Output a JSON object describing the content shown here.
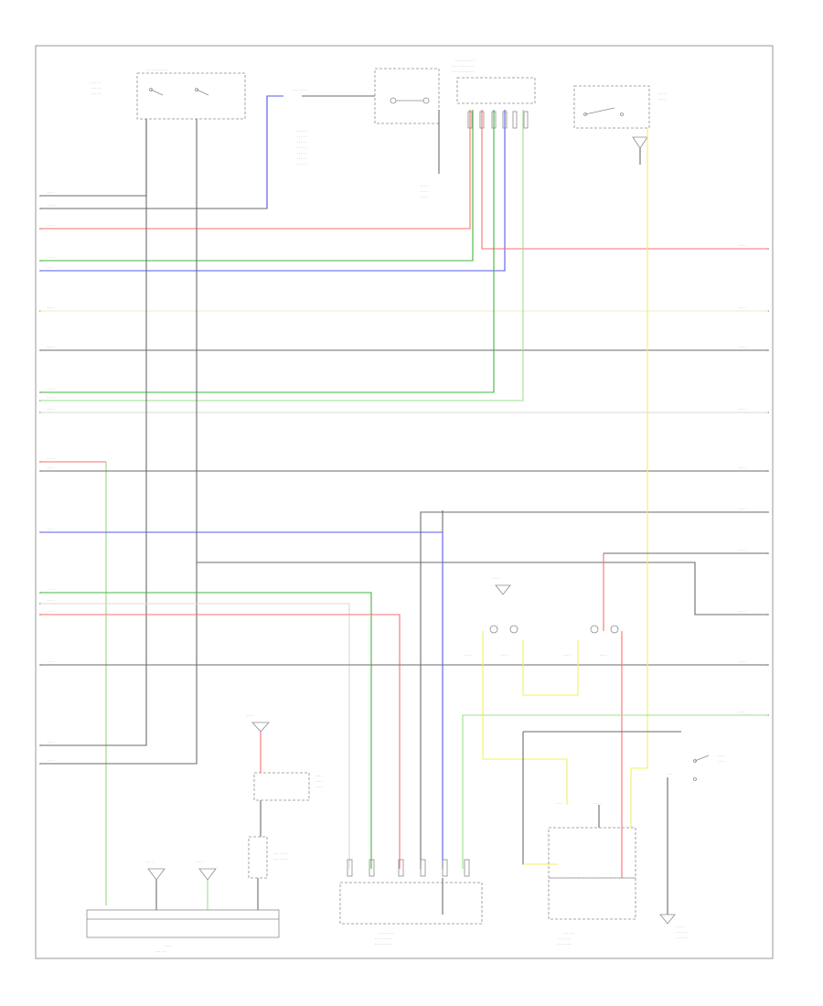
{
  "diagram": {
    "wire_colors": {
      "black": "#6b6b6b",
      "light": "#d9d9d9",
      "red": "#ff6f6f",
      "green": "#3fb83f",
      "lightgreen": "#9de08d",
      "blue": "#5a5af0",
      "yellow": "#f0f060",
      "pale_yellow": "#eeeec0"
    },
    "page_id": "",
    "components": [
      {
        "id": "lock-relay",
        "label": ""
      },
      {
        "id": "fuel-pump-relay",
        "label": ""
      },
      {
        "id": "main-relay",
        "label": ""
      },
      {
        "id": "ignition-switch",
        "label": ""
      },
      {
        "id": "fuse-connector",
        "label": ""
      },
      {
        "id": "ground-left",
        "label": ""
      },
      {
        "id": "ground-center",
        "label": ""
      },
      {
        "id": "pcm-left",
        "label": ""
      },
      {
        "id": "pcm-center",
        "label": ""
      },
      {
        "id": "pcm-right",
        "label": ""
      }
    ]
  }
}
